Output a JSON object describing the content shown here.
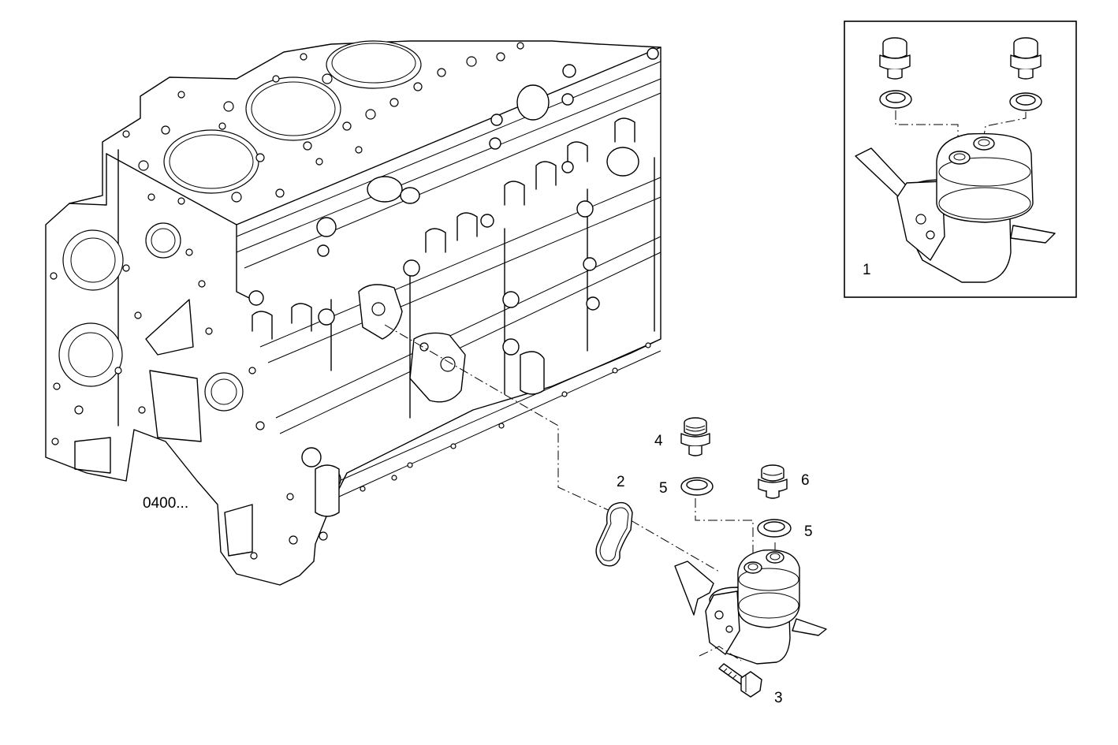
{
  "diagram": {
    "reference_label": "0400...",
    "part_labels": [
      {
        "id": "1",
        "text": "1"
      },
      {
        "id": "2",
        "text": "2"
      },
      {
        "id": "3",
        "text": "3"
      },
      {
        "id": "4",
        "text": "4"
      },
      {
        "id": "5a",
        "text": "5"
      },
      {
        "id": "5b",
        "text": "5"
      },
      {
        "id": "6",
        "text": "6"
      }
    ],
    "inset_label": "1"
  }
}
